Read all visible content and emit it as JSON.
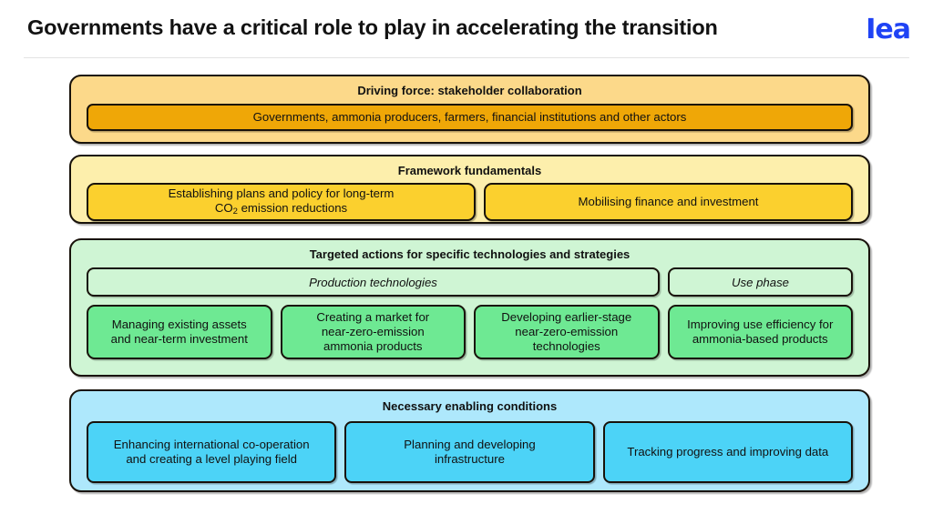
{
  "header": {
    "title": "Governments have a critical role to play in accelerating the transition",
    "logo_text": "Iea",
    "logo_color": "#1f43f5"
  },
  "bands": [
    {
      "id": "driving-force",
      "title": "Driving force: stakeholder collaboration",
      "band_color": "#fcd98a",
      "card_color": "#efa707",
      "cards": [
        {
          "label": "Governments, ammonia producers, farmers, financial institutions and other actors"
        }
      ]
    },
    {
      "id": "framework",
      "title": "Framework fundamentals",
      "band_color": "#fdefac",
      "card_color": "#fbd02e",
      "cards": [
        {
          "label_line1": "Establishing plans and policy for long-term",
          "label_line2_pre": "CO",
          "label_line2_sub": "2",
          "label_line2_post": " emission reductions"
        },
        {
          "label": "Mobilising finance and investment"
        }
      ]
    },
    {
      "id": "targeted",
      "title": "Targeted actions for specific technologies and strategies",
      "band_color": "#cff5d4",
      "card_color": "#6ee993",
      "subheads": [
        {
          "label": "Production technologies"
        },
        {
          "label": "Use phase"
        }
      ],
      "cards": [
        {
          "label_line1": "Managing existing assets",
          "label_line2": "and near-term investment"
        },
        {
          "label_line1": "Creating a market for",
          "label_line2": "near-zero-emission",
          "label_line3": "ammonia products"
        },
        {
          "label_line1": "Developing earlier-stage",
          "label_line2": "near-zero-emission",
          "label_line3": "technologies"
        },
        {
          "label_line1": "Improving use efficiency for",
          "label_line2": "ammonia-based products"
        }
      ]
    },
    {
      "id": "enabling",
      "title": "Necessary enabling conditions",
      "band_color": "#aee8fc",
      "card_color": "#4cd3f7",
      "cards": [
        {
          "label_line1": "Enhancing international co-operation",
          "label_line2": "and creating a level playing field"
        },
        {
          "label_line1": "Planning and developing",
          "label_line2": "infrastructure"
        },
        {
          "label_line1": "Tracking progress and improving data"
        }
      ]
    }
  ]
}
